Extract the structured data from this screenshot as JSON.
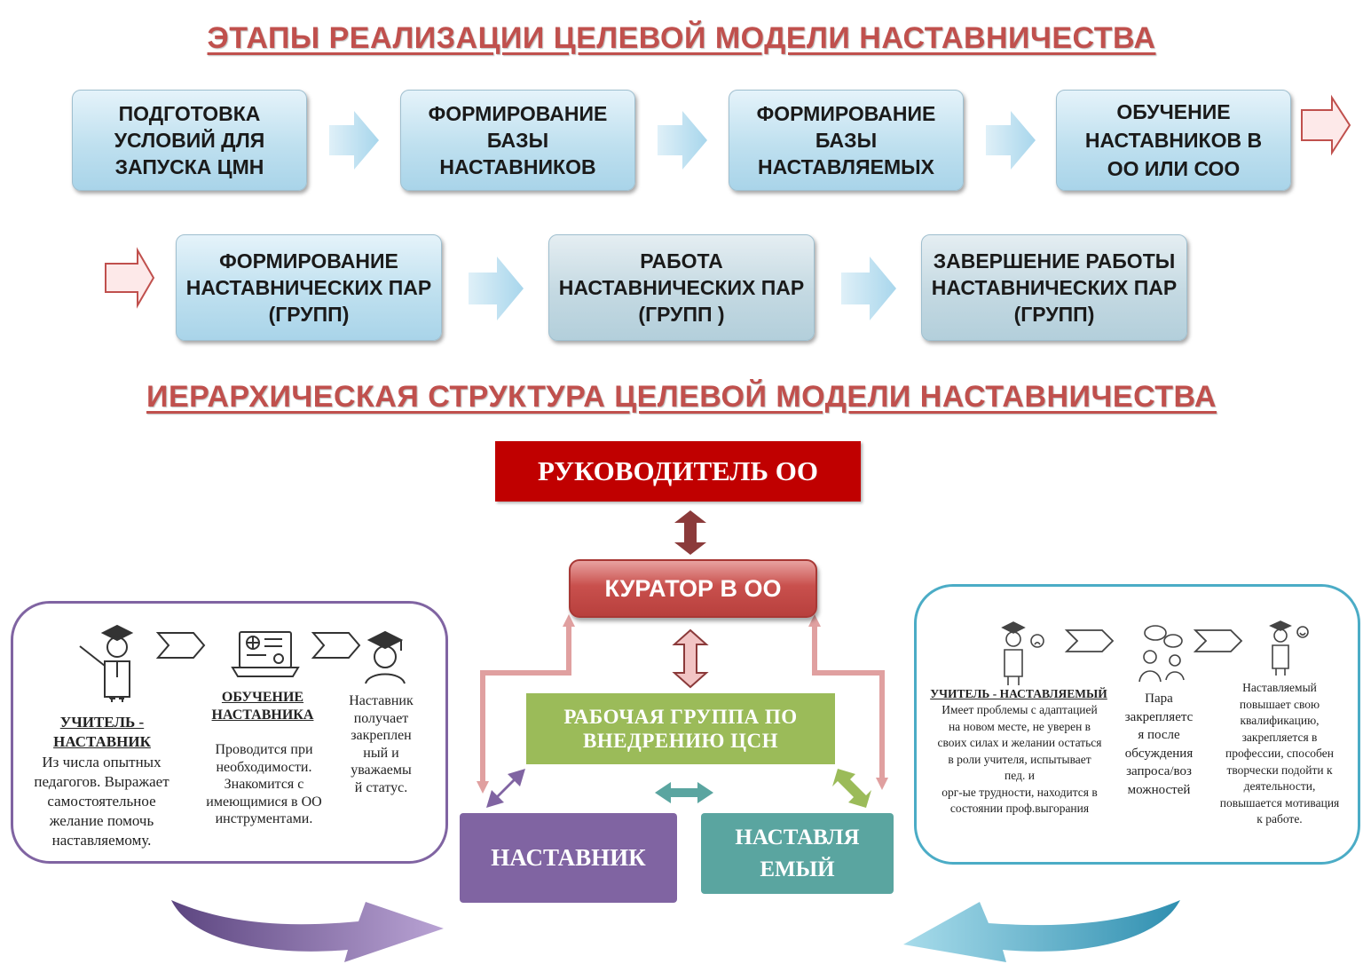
{
  "title_stages": "ЭТАПЫ РЕАЛИЗАЦИИ ЦЕЛЕВОЙ МОДЕЛИ НАСТАВНИЧЕСТВА",
  "stages": [
    "ПОДГОТОВКА\nУСЛОВИЙ ДЛЯ\nЗАПУСКА ЦМН",
    "ФОРМИРОВАНИЕ\nБАЗЫ\nНАСТАВНИКОВ",
    "ФОРМИРОВАНИЕ\nБАЗЫ\nНАСТАВЛЯЕМЫХ",
    "ОБУЧЕНИЕ\nНАСТАВНИКОВ В\nОО ИЛИ СОО",
    "ФОРМИРОВАНИЕ\nНАСТАВНИЧЕСКИХ ПАР\n(ГРУПП)",
    "РАБОТА\nНАСТАВНИЧЕСКИХ ПАР\n(ГРУПП )",
    "ЗАВЕРШЕНИЕ РАБОТЫ\nНАСТАВНИЧЕСКИХ ПАР\n(ГРУПП)"
  ],
  "title_hierarchy": "ИЕРАРХИЧЕСКАЯ СТРУКТУРА ЦЕЛЕВОЙ МОДЕЛИ НАСТАВНИЧЕСТВА",
  "hierarchy": {
    "head": "РУКОВОДИТЕЛЬ ОО",
    "curator": "КУРАТОР В ОО",
    "workgroup": "РАБОЧАЯ ГРУППА ПО\nВНЕДРЕНИЮ ЦСН",
    "mentor": "НАСТАВНИК",
    "mentee": "НАСТАВЛЯ\nЕМЫЙ"
  },
  "left_panel": {
    "mentor_title": "УЧИТЕЛЬ -\nНАСТАВНИК",
    "mentor_text": "Из числа опытных\nпедагогов. Выражает\nсамостоятельное\nжелание помочь\nнаставляемому.",
    "training_title": "ОБУЧЕНИЕ\nНАСТАВНИКА",
    "training_text": "Проводится при\nнеобходимости.\nЗнакомится с\nимеющимися в ОО\nинструментами.",
    "status_text": "Наставник\nполучает\nзакреплен\nный и\nуважаемы\nй статус."
  },
  "right_panel": {
    "mentee_title": "УЧИТЕЛЬ - НАСТАВЛЯЕМЫЙ",
    "mentee_text": "Имеет проблемы с адаптацией\nна новом месте, не уверен в\nсвоих силах и желании остаться\nв роли учителя, испытывает\nпед. и\nорг-ые трудности, находится в\nсостоянии проф.выгорания",
    "pair_text": "Пара\nзакрепляетс\nя после\nобсуждения\nзапроса/воз\nможностей",
    "result_text": "Наставляемый\nповышает свою\nквалификацию,\nзакрепляется в\nпрофессии, способен\nтворчески подойти к\nдеятельности,\nповышается мотивация\nк работе."
  },
  "colors": {
    "title_red": "#c0504d",
    "head_red": "#c00000",
    "curator_red": "#c9504d",
    "workgroup_green": "#9bbb59",
    "mentor_purple": "#8064a2",
    "mentee_teal": "#5aa5a0",
    "panel_blue": "#4bacc6"
  },
  "icons": [
    "teacher-with-pointer-icon",
    "laptop-certificate-icon",
    "graduate-icon",
    "sad-teacher-icon",
    "pair-chat-icon",
    "happy-graduate-icon"
  ]
}
